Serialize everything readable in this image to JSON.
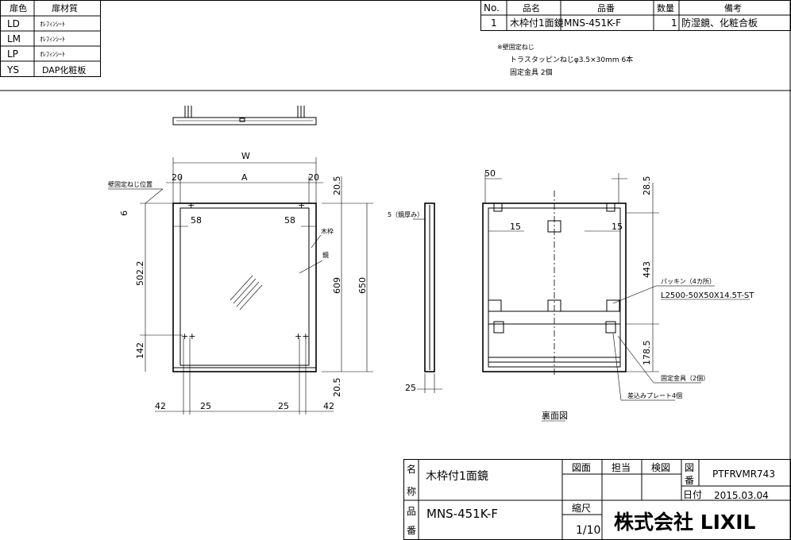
{
  "finish_table": {
    "headers": [
      "扉色",
      "扉材質"
    ],
    "rows": [
      {
        "color": "LD",
        "material": "ｵﾚﾌｨﾝｼｰﾄ"
      },
      {
        "color": "LM",
        "material": "ｵﾚﾌｨﾝｼｰﾄ"
      },
      {
        "color": "LP",
        "material": "ｵﾚﾌｨﾝｼｰﾄ"
      },
      {
        "color": "YS",
        "material": "DAP化粧板"
      }
    ]
  },
  "parts_table": {
    "headers": [
      "No.",
      "品名",
      "品番",
      "数量",
      "備考"
    ],
    "rows": [
      {
        "no": "1",
        "name": "木枠付1面鏡",
        "code": "MNS-451K-F",
        "qty": "1",
        "note": "防湿鏡、化粧合板"
      }
    ]
  },
  "notes": [
    "※壁固定ねじ",
    "トラスタッピンねじφ3.5×30mm 6本",
    "固定金具 2個"
  ],
  "front_view": {
    "dims": {
      "W": "W",
      "A": "A",
      "left20": "20",
      "right20": "20",
      "top205": "20.5",
      "d58a": "58",
      "d58b": "58",
      "d6": "6",
      "d5022": "502.2",
      "d142": "142",
      "d609": "609",
      "d650": "650",
      "bot205": "20.5",
      "b42a": "42",
      "b25a": "25",
      "b25b": "25",
      "b42b": "42"
    },
    "labels": {
      "screw_pos": "壁固定ねじ位置",
      "frame": "木枠",
      "mirror": "鏡"
    }
  },
  "side_view": {
    "thickness_label": "5（鏡厚み）",
    "d25": "25"
  },
  "back_view": {
    "dims": {
      "d50": "50",
      "d285": "28.5",
      "d15a": "15",
      "d15b": "15",
      "d443": "443",
      "d1785": "178.5"
    },
    "labels": {
      "packing": "パッキン（4カ所）",
      "packing_spec": "L2500-50X50X14.5T-ST",
      "bracket": "固定金具（2個）",
      "plate": "差込みプレート4個",
      "title": "裏面図"
    }
  },
  "title_block": {
    "name_label_1": "名",
    "name_label_2": "称",
    "name": "木枠付1面鏡",
    "drawing": "図面",
    "person": "担当",
    "check": "検図",
    "dwg_no_label_1": "図",
    "dwg_no_label_2": "番",
    "dwg_no": "PTFRVMR743",
    "date_label": "日付",
    "date": "2015.03.04",
    "code_label_1": "品",
    "code_label_2": "番",
    "code": "MNS-451K-F",
    "scale_label": "縮尺",
    "scale": "1/10",
    "company": "株式会社 LIXIL"
  }
}
